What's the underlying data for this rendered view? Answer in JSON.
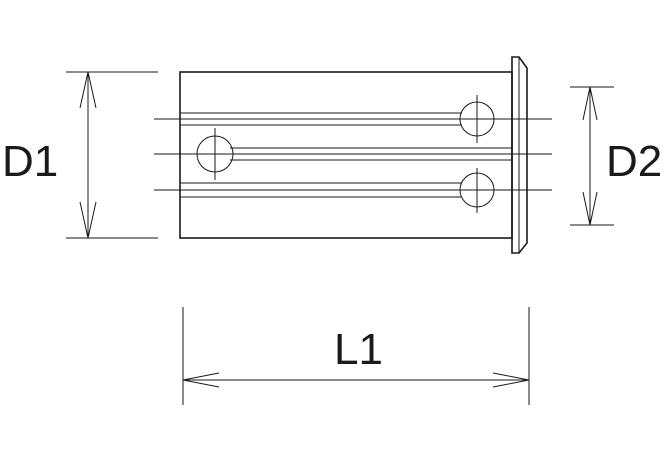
{
  "dimensions": {
    "d1": "D1",
    "d2": "D2",
    "l1": "L1"
  },
  "colors": {
    "line": "#1a1a1a",
    "background": "#ffffff"
  }
}
